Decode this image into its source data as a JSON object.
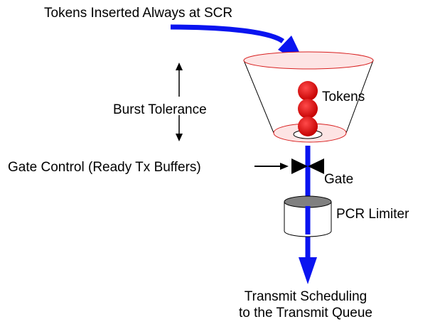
{
  "labels": {
    "title": "Tokens Inserted Always at SCR",
    "tokens": "Tokens",
    "burst_tolerance": "Burst Tolerance",
    "gate_control": "Gate Control (Ready Tx Buffers)",
    "gate": "Gate",
    "pcr_limiter": "PCR Limiter",
    "output_line1": "Transmit Scheduling",
    "output_line2": "to the Transmit Queue"
  },
  "colors": {
    "flow": "#0a14f0",
    "bucket_fill": "#fde4e4",
    "bucket_stroke": "#d82020",
    "token": "#dd0a0a",
    "gate": "#000000"
  },
  "token_count": 3
}
